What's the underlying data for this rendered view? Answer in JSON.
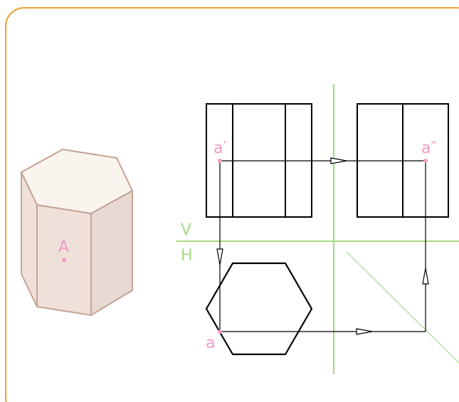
{
  "colors": {
    "frame": "#f0a030",
    "green_axis": "#a6d982",
    "diagonal": "#b9e0a2",
    "point_pink": "#f09ac3",
    "prism_top": "#faf4ef",
    "prism_front": "#efe1da",
    "prism_side": "#e8dad2",
    "prism_edge": "#c3a394",
    "ink": "#000000"
  },
  "labels": {
    "point_3d": "A",
    "front_proj": "a′",
    "side_proj": "a″",
    "top_proj": "a",
    "axis_v": "V",
    "axis_h": "H"
  }
}
